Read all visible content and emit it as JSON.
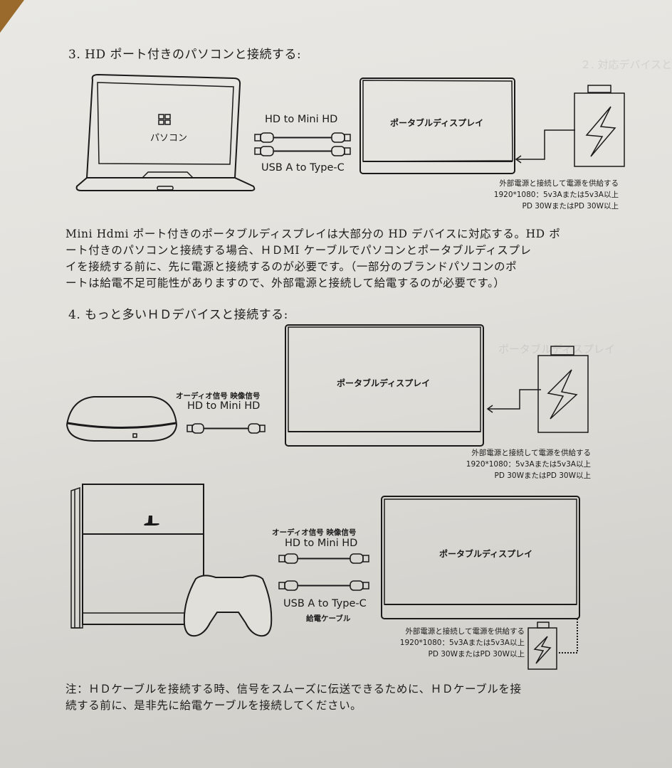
{
  "section3": {
    "heading": "3. HD ポート付きのパソコンと接続する:",
    "diagram": {
      "pc_label": "パソコン",
      "pc_icon": "windows-logo-icon",
      "cable_top_label": "HD to Mini HD",
      "cable_bottom_label": "USB A to Type-C",
      "display_label": "ポータブルディスプレイ",
      "power_icon": "battery-lightning-icon",
      "power_note": [
        "外部電源と接続して電源を供給する",
        "1920*1080：5v3Aまたは5v3A以上",
        "PD 30WまたはPD 30W以上"
      ]
    },
    "paragraph": [
      "Mini Hdmi ポート付きのポータブルディスプレイは大部分の HD デバイスに対応する。HD ポ",
      "ート付きのパソコンと接続する場合、ＨＤMI ケーブルでパソコンとポータブルディスプレ",
      "イを接続する前に、先に電源と接続するのが必要です。（一部分のブランドパソコンのポ",
      "ートは給電不足可能性がありますので、外部電源と接続して給電するのが必要です。）"
    ]
  },
  "section4": {
    "heading": "4.  もっと多いＨＤデバイスと接続する:",
    "diagram_a": {
      "device_icon": "tv-box-icon",
      "signal_label": "オーディオ信号 映像信号",
      "cable_label": "HD to Mini HD",
      "display_label": "ポータブルディスプレイ",
      "power_icon": "battery-lightning-icon",
      "power_note": [
        "外部電源と接続して電源を供給する",
        "1920*1080：5v3Aまたは5v3A以上",
        "PD 30WまたはPD 30W以上"
      ]
    },
    "diagram_b": {
      "device_icon": "game-console-icon",
      "controller_icon": "gamepad-icon",
      "signal_label": "オーディオ信号 映像信号",
      "cable_top_label": "HD to Mini HD",
      "cable_bottom_label": "USB A to Type-C",
      "cable_bottom_sublabel": "給電ケーブル",
      "display_label": "ポータブルディスプレイ",
      "power_icon": "battery-lightning-icon",
      "power_note": [
        "外部電源と接続して電源を供給する",
        "1920*1080：5v3Aまたは5v3A以上",
        "PD 30WまたはPD 30W以上"
      ]
    }
  },
  "note": [
    "注：ＨＤケーブルを接続する時、信号をスムーズに伝送できるために、ＨＤケーブルを接",
    "続する前に、是非先に給電ケーブルを接続してください。"
  ]
}
